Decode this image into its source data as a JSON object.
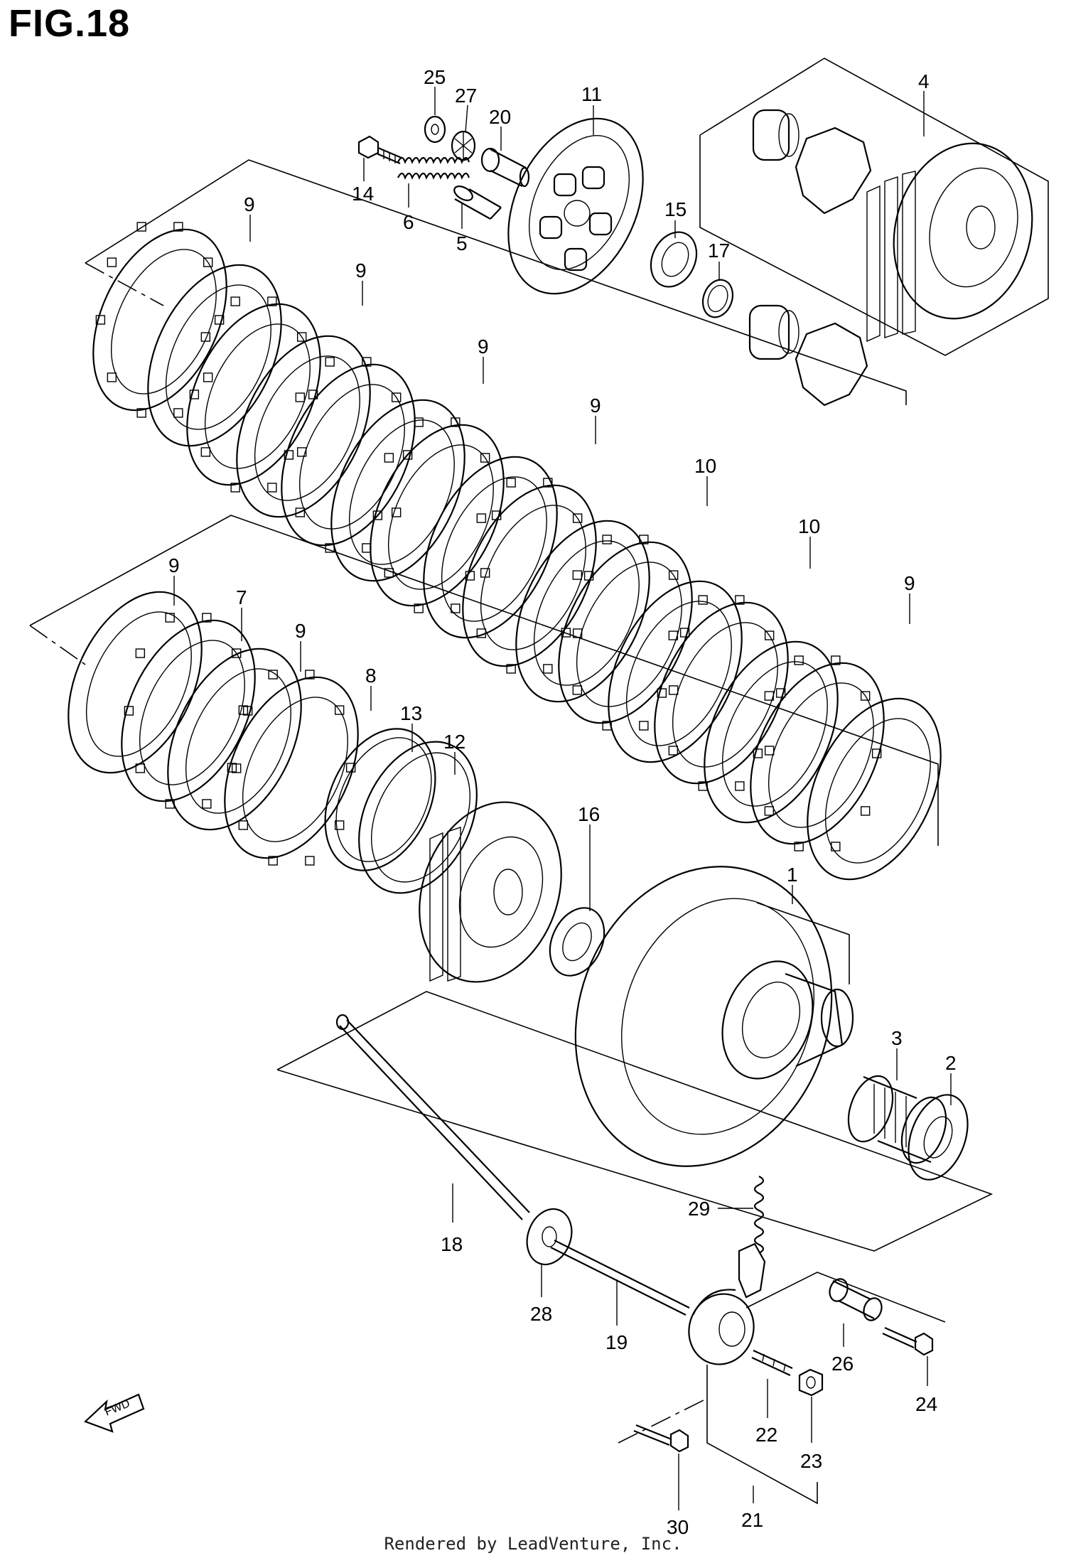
{
  "figure": {
    "title": "FIG.18"
  },
  "footer": {
    "text": "Rendered by LeadVenture, Inc."
  },
  "fwd_label": "FWD",
  "callouts": {
    "c1": "1",
    "c2": "2",
    "c3": "3",
    "c4": "4",
    "c5": "5",
    "c6": "6",
    "c7": "7",
    "c8": "8",
    "c9": "9",
    "c10": "10",
    "c11": "11",
    "c12": "12",
    "c13": "13",
    "c14": "14",
    "c15": "15",
    "c16": "16",
    "c17": "17",
    "c18": "18",
    "c19": "19",
    "c20": "20",
    "c21": "21",
    "c22": "22",
    "c23": "23",
    "c24": "24",
    "c25": "25",
    "c26": "26",
    "c27": "27",
    "c28": "28",
    "c29": "29",
    "c30": "30"
  }
}
